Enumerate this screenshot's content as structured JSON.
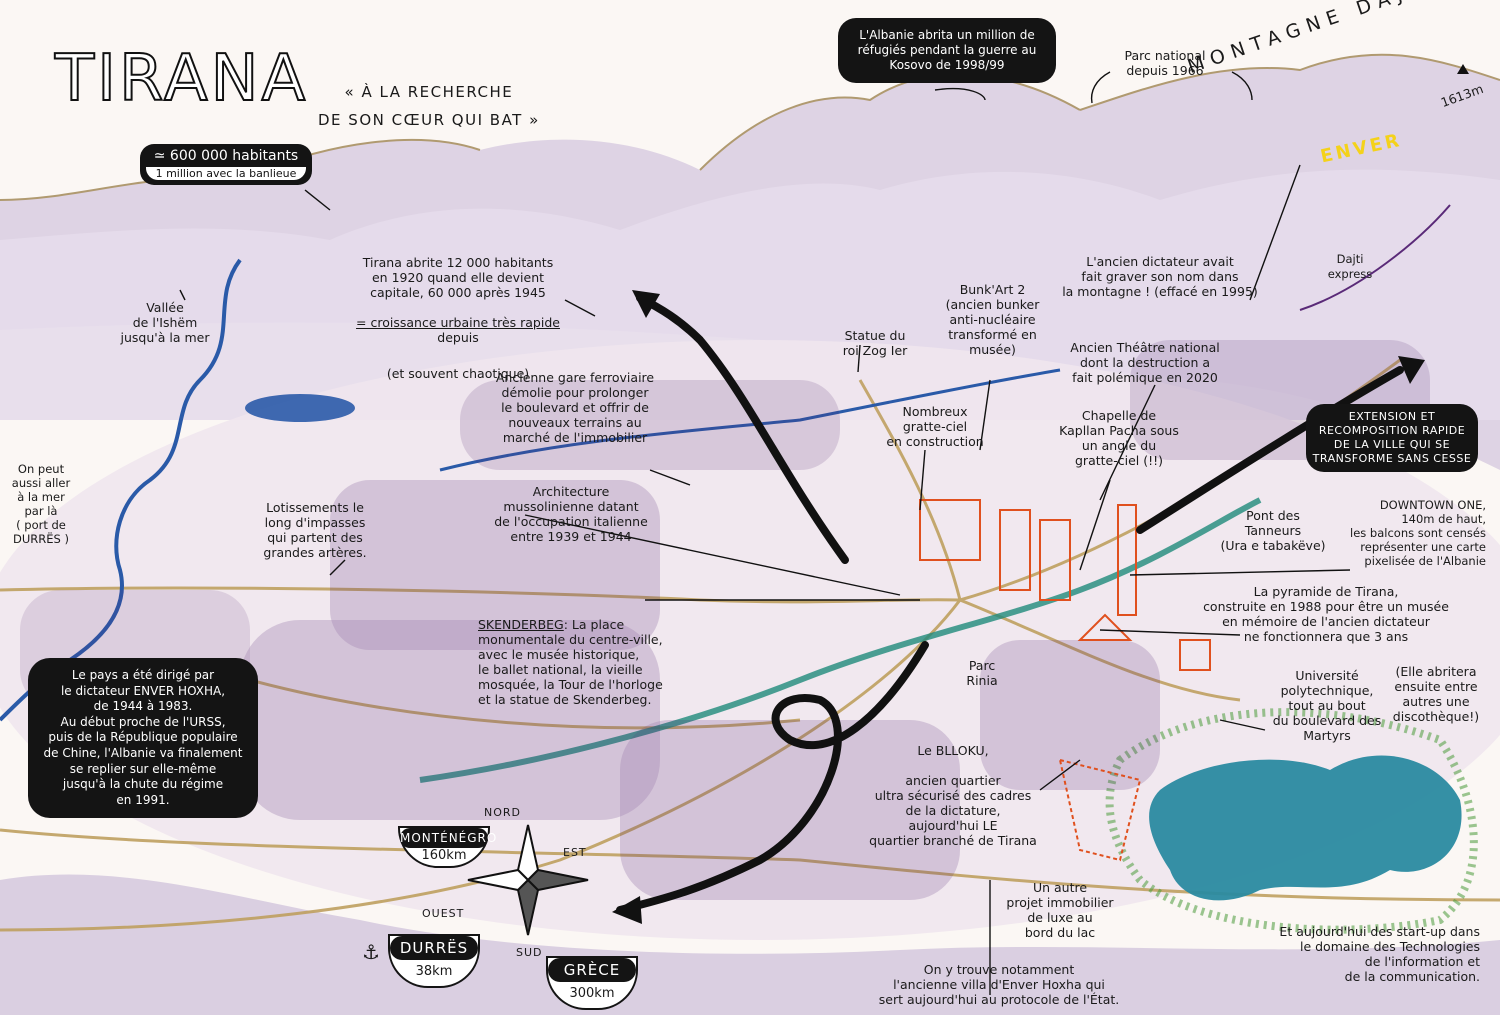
{
  "title": "TIRANA",
  "subtitle": "« À LA RECHERCHE\nDE SON CŒUR QUI BAT »",
  "population": {
    "main": "≃ 600 000 habitants",
    "sub": "1 million avec la banlieue"
  },
  "mountain": {
    "name": "MONTAGNE DAJTI",
    "altitude": "1613m",
    "enver_sign": "ENVER"
  },
  "annotations": {
    "kosovo": "L'Albanie abrita un million de\nréfugiés pendant la guerre au\nKosovo de 1998/99",
    "parc_national": "Parc national\ndepuis 1966",
    "growth_1": "Tirana abrite 12 000 habitants\nen 1920 quand elle devient\ncapitale, 60 000 après 1945",
    "growth_2": "= croissance urbaine très rapide",
    "growth_3": " depuis",
    "growth_4": "(et souvent chaotique)",
    "vallee": "Vallée\nde l'Ishëm\njusqu'à la mer",
    "mer": "On peut\naussi aller\nà la mer\npar là\n( port de\nDURRËS )",
    "lotissements": "Lotissements le\nlong d'impasses\nqui partent des\ngrandes artères.",
    "gare": "Ancienne gare ferroviaire\ndémolie pour prolonger\nle boulevard et offrir de\nnouveaux terrains au\nmarché de l'immobilier",
    "architecture": "Architecture\nmussolinienne datant\nde l'occupation italienne\nentre 1939 et 1944",
    "zog": "Statue du\nroi Zog Ier",
    "bunkart": "Bunk'Art 2\n(ancien bunker\nanti-nucléaire\ntransformé en\nmusée)",
    "gratte_ciel": "Nombreux\ngratte-ciel\nen construction",
    "theatre": "Ancien Théâtre national\ndont la destruction a\nfait polémique en 2020",
    "chapelle": "Chapelle de\nKapllan Pacha sous\nun angle du\ngratte-ciel (!!)",
    "dictateur_nom": "L'ancien dictateur avait\nfait graver son nom dans\nla montagne ! (effacé en 1995)",
    "dajti_express": "Dajti\nexpress",
    "extension": "EXTENSION ET\nRECOMPOSITION RAPIDE\nDE LA VILLE QUI SE\nTRANSFORME SANS CESSE",
    "tanneurs": "Pont des\nTanneurs\n(Ura e tabakëve)",
    "downtown": "DOWNTOWN ONE,\n140m de haut,\nles balcons sont censés\nreprésenter une carte\npixelisée de l'Albanie",
    "pyramide": "La pyramide de Tirana,\nconstruite en 1988 pour être un musée\nen mémoire de l'ancien dictateur\nne fonctionnera que 3 ans",
    "skenderbeg_head": "SKENDERBEG",
    "skenderbeg": ": La place\nmonumentale du centre-ville,\navec le musée historique,\nle ballet national, la vieille\nmosquée, la Tour de l'horloge\net la statue de Skenderbeg.",
    "parc_rinia": "Parc\nRinia",
    "universite": "Université\npolytechnique,\ntout au bout\ndu boulevard des\nMartyrs",
    "discotheque": "(Elle abritera\nensuite entre\nautres une\ndiscothèque!)",
    "blloku_head": "Le BLLOKU,",
    "blloku": "ancien quartier\nultra sécurisé des cadres\nde la dictature,\naujourd'hui LE\nquartier branché de Tirana",
    "lac": "Un autre\nprojet immobilier\nde luxe au\nbord du lac",
    "villa": "On y trouve notamment\nl'ancienne villa d'Enver Hoxha qui\nsert aujourd'hui au protocole de l'État.",
    "startup": "Et aujourd'hui des start-up dans\nle domaine des Technologies\nde l'information et\nde la communication.",
    "hoxha": "Le pays a été dirigé par\nle dictateur ENVER HOXHA,\nde 1944 à 1983.\nAu début proche de l'URSS,\npuis de la République populaire\nde Chine, l'Albanie va finalement\nse replier sur elle-même\njusqu'à la chute du régime\nen 1991."
  },
  "compass": {
    "nord": "NORD",
    "sud": "SUD",
    "est": "EST",
    "ouest": "OUEST"
  },
  "destinations": [
    {
      "name": "MONTÉNÉGRO",
      "distance": "160km"
    },
    {
      "name": "DURRËS",
      "distance": "38km"
    },
    {
      "name": "GRÈCE",
      "distance": "300km"
    }
  ],
  "colors": {
    "mountains": "#c9b8d4",
    "river": "#2a5aa8",
    "lake": "#2a8aa0",
    "buildings": "#5a2a78",
    "new_buildings": "#e0501e",
    "roads": "#bfa060"
  }
}
